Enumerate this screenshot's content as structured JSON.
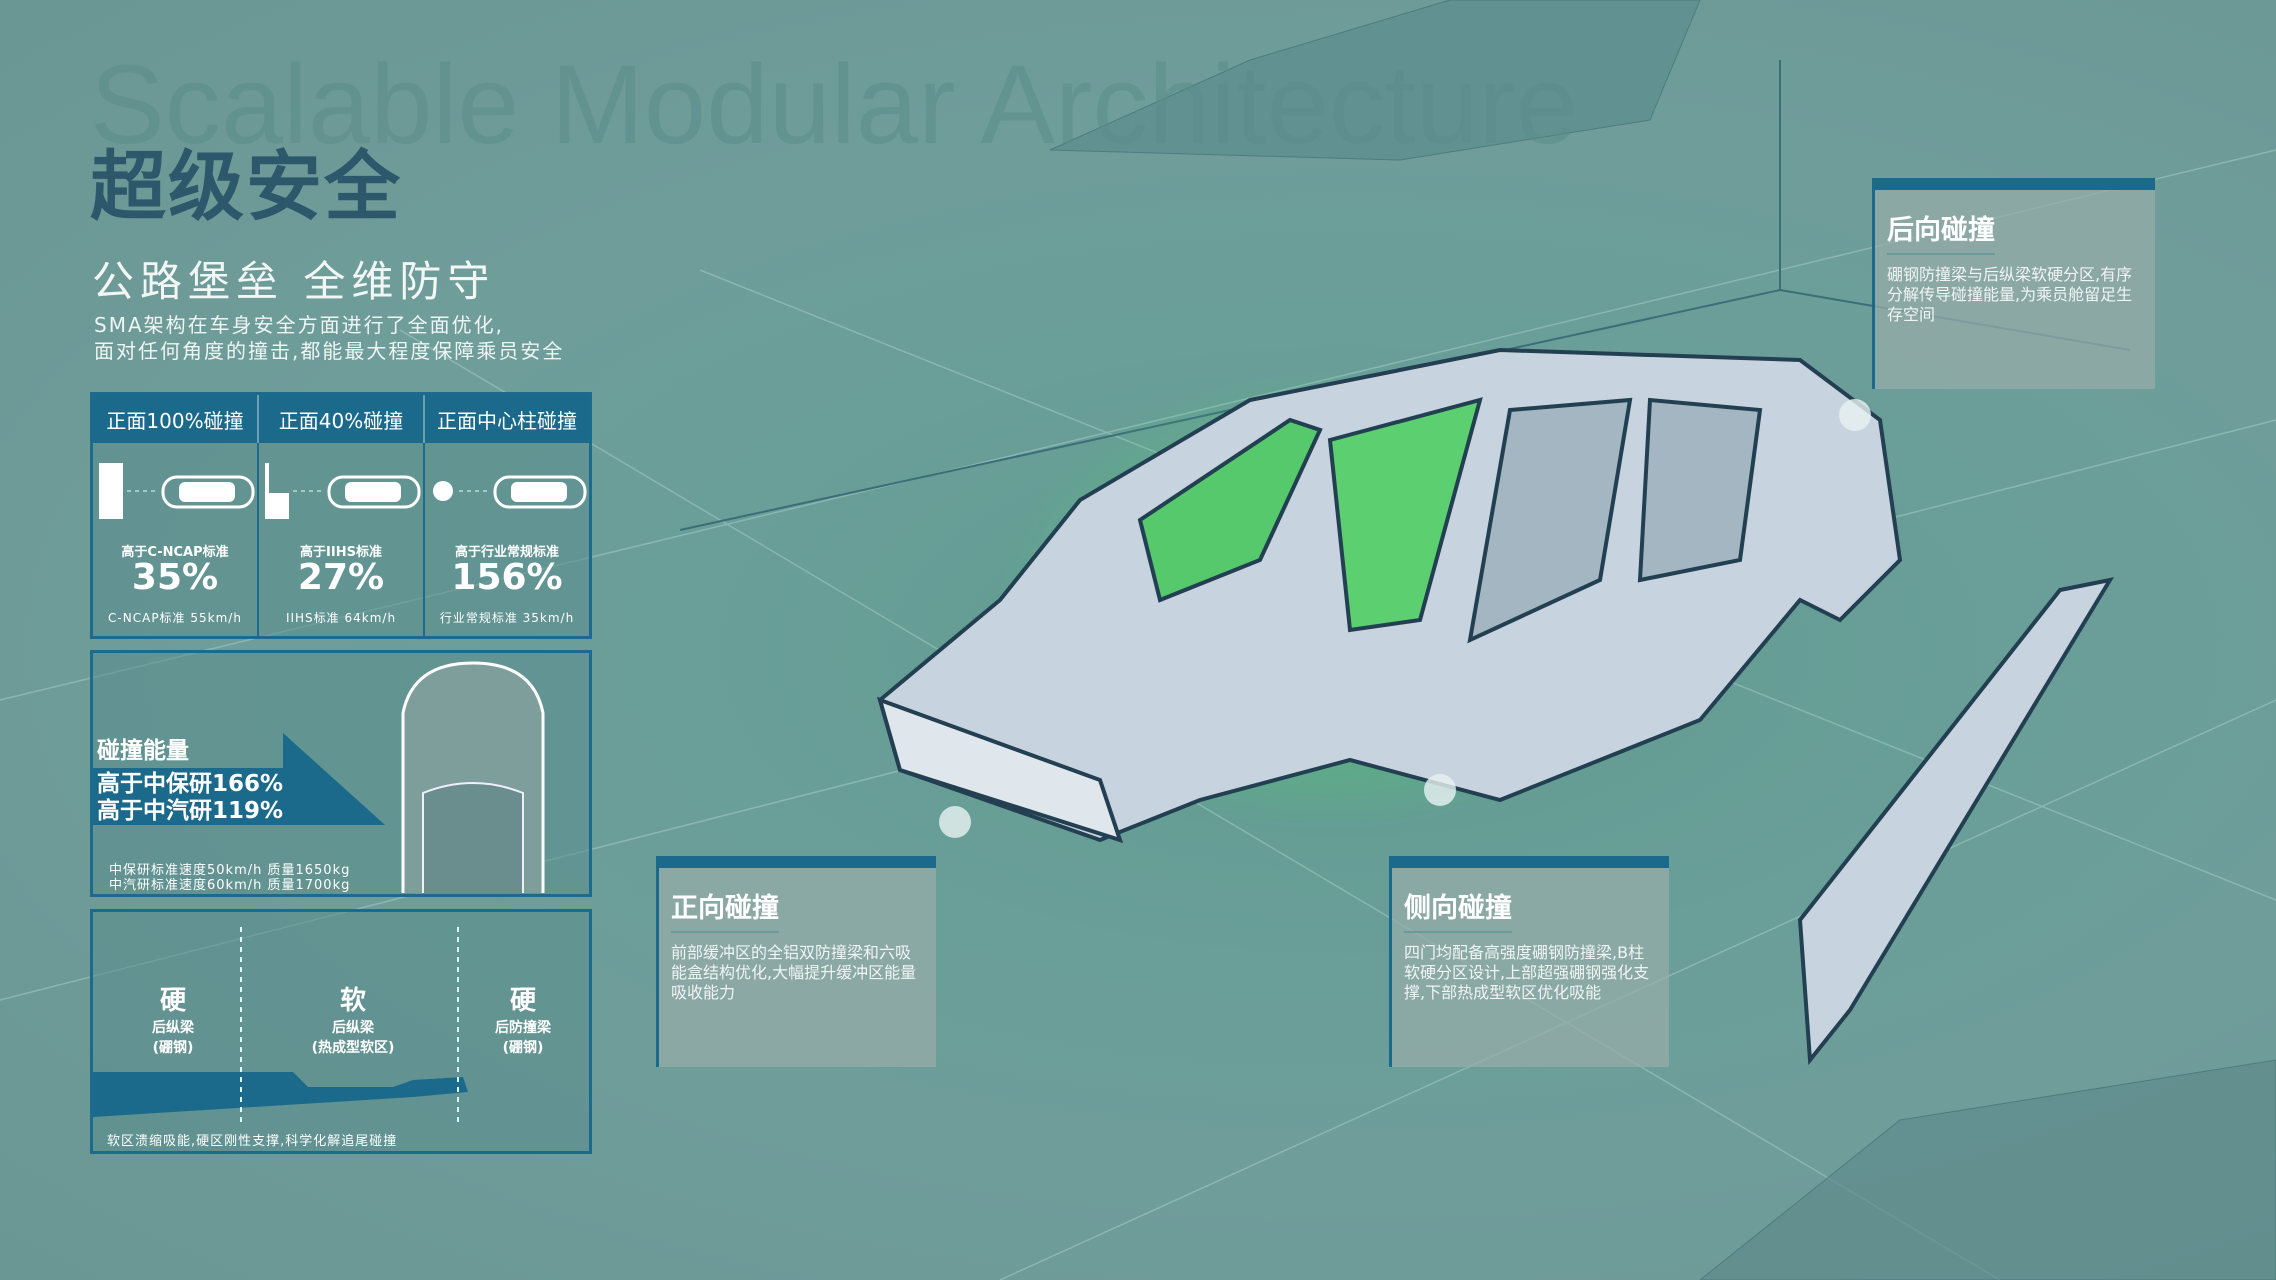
{
  "watermark": "Scalable Modular Architecture",
  "title": "超级安全",
  "subtitle": "公路堡垒 全维防守",
  "description": [
    "SMA架构在车身安全方面进行了全面优化,",
    "面对任何角度的撞击,都能最大程度保障乘员安全"
  ],
  "crash_tests": [
    {
      "header": "正面100%碰撞",
      "standard": "高于C-NCAP标准",
      "value": "35%",
      "baseline": "C-NCAP标准 55km/h",
      "icon": "full-barrier-icon"
    },
    {
      "header": "正面40%碰撞",
      "standard": "高于IIHS标准",
      "value": "27%",
      "baseline": "IIHS标准 64km/h",
      "icon": "offset-barrier-icon"
    },
    {
      "header": "正面中心柱碰撞",
      "standard": "高于行业常规标准",
      "value": "156%",
      "baseline": "行业常规标准 35km/h",
      "icon": "pole-icon"
    }
  ],
  "energy": {
    "label": "碰撞能量",
    "lines": [
      "高于中保研166%",
      "高于中汽研119%"
    ],
    "notes": [
      "中保研标准速度50km/h 质量1650kg",
      "中汽研标准速度60km/h 质量1700kg"
    ]
  },
  "zones": {
    "items": [
      {
        "hardness": "硬",
        "part": "后纵梁",
        "material": "(硼钢)"
      },
      {
        "hardness": "软",
        "part": "后纵梁",
        "material": "(热成型软区)"
      },
      {
        "hardness": "硬",
        "part": "后防撞梁",
        "material": "(硼钢)"
      }
    ],
    "caption": "软区溃缩吸能,硬区刚性支撑,科学化解追尾碰撞"
  },
  "cards": {
    "front": {
      "title": "正向碰撞",
      "text": "前部缓冲区的全铝双防撞梁和六吸能盒结构优化,大幅提升缓冲区能量吸收能力"
    },
    "side": {
      "title": "侧向碰撞",
      "text": "四门均配备高强度硼钢防撞梁,B柱软硬分区设计,上部超强硼钢强化支撑,下部热成型软区优化吸能"
    },
    "rear": {
      "title": "后向碰撞",
      "text": "硼钢防撞梁与后纵梁软硬分区,有序分解传导碰撞能量,为乘员舱留足生存空间"
    }
  },
  "colors": {
    "accent": "#1b6a8c",
    "title": "#2d586c",
    "glow": "#4fd36a"
  }
}
